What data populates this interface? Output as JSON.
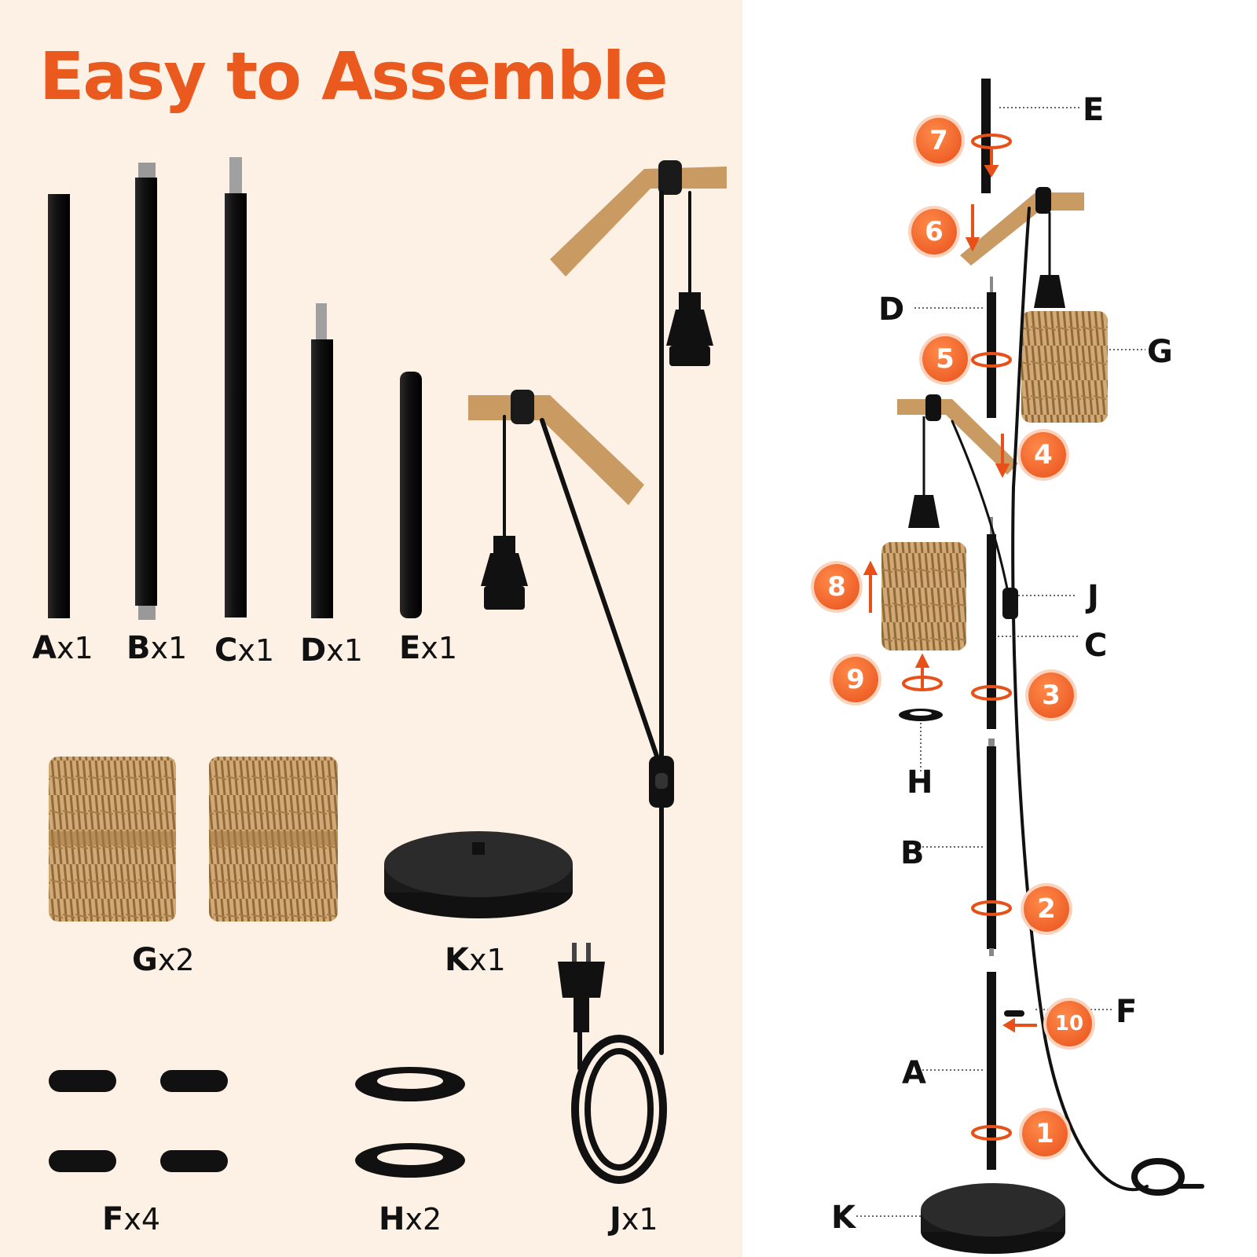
{
  "title": "Easy to Assemble",
  "colors": {
    "accent": "#ea5a1e",
    "panel": "#fdf1e6",
    "wood": "#c99a62",
    "rattan": "#b8884e"
  },
  "parts": [
    {
      "letter": "A",
      "qty": "x1"
    },
    {
      "letter": "B",
      "qty": "x1"
    },
    {
      "letter": "C",
      "qty": "x1"
    },
    {
      "letter": "D",
      "qty": "x1"
    },
    {
      "letter": "E",
      "qty": "x1"
    },
    {
      "letter": "G",
      "qty": "x2"
    },
    {
      "letter": "K",
      "qty": "x1"
    },
    {
      "letter": "F",
      "qty": "x4"
    },
    {
      "letter": "H",
      "qty": "x2"
    },
    {
      "letter": "J",
      "qty": "x1"
    }
  ],
  "diagram_labels": [
    "E",
    "D",
    "G",
    "J",
    "C",
    "H",
    "B",
    "F",
    "A",
    "K"
  ],
  "steps": [
    "1",
    "2",
    "3",
    "4",
    "5",
    "6",
    "7",
    "8",
    "9",
    "10"
  ]
}
